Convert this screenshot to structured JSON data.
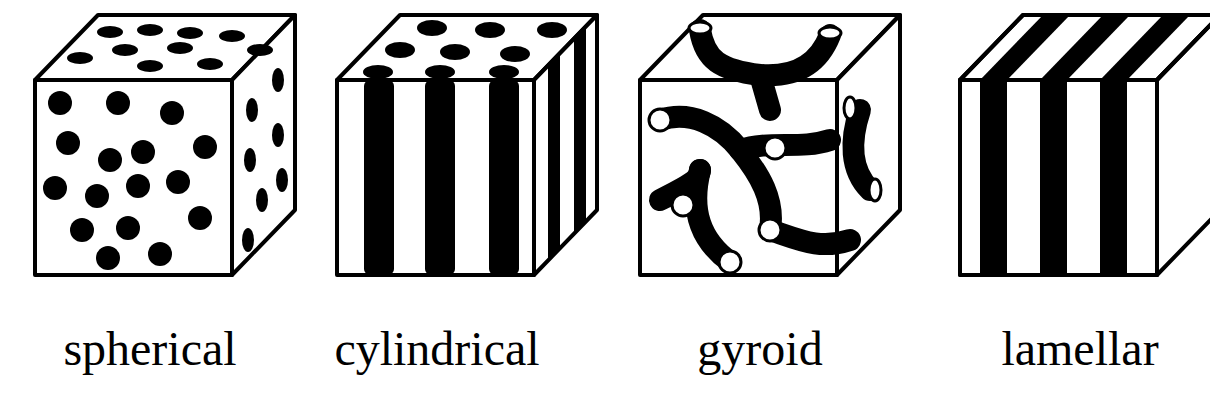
{
  "diagram": {
    "labels": [
      "spherical",
      "cylindrical",
      "gyroid",
      "lamellar"
    ]
  }
}
